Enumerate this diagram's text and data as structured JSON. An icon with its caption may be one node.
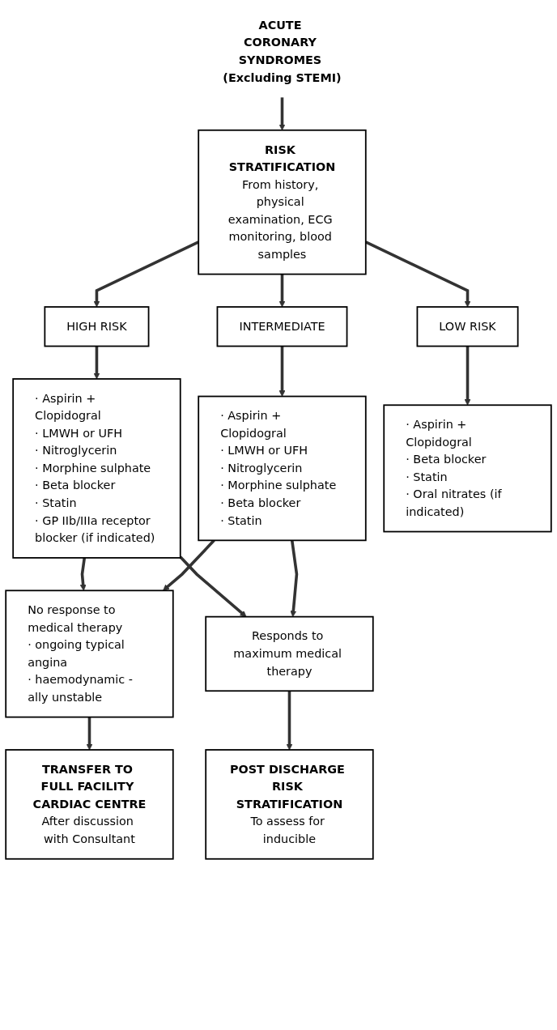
{
  "diagram": {
    "nodes": [
      {
        "text": [
          "ACUTE CORONARY SYNDROMES (Excluding STEMI)"
        ]
      },
      {
        "text": [
          "RISK STRATIFICATION",
          "From history, physical examination, ECG monitoring, blood samples"
        ]
      },
      {
        "text": [
          "HIGH RISK"
        ]
      },
      {
        "text": [
          "INTERMEDIATE"
        ]
      },
      {
        "text": [
          "LOW RISK"
        ]
      },
      {
        "text": [
          "· Aspirin + Clopidogral",
          "· LMWH or UFH",
          "· Nitroglycerin",
          "· Morphine sulphate",
          "· Beta blocker",
          "· Statin",
          "· GP IIb/IIIa receptor blocker (if indicated)"
        ]
      },
      {
        "text": [
          "· Aspirin + Clopidogral",
          "· LMWH or UFH",
          "· Nitroglycerin",
          "· Morphine sulphate",
          "· Beta blocker",
          "· Statin"
        ]
      },
      {
        "text": [
          "· Aspirin + Clopidogral",
          "· Beta blocker",
          "· Statin",
          "· Oral nitrates (if indicated)"
        ]
      },
      {
        "text": [
          "No response to medical therapy",
          "· ongoing typical angina",
          "· haemodynamic -ally unstable"
        ]
      },
      {
        "text": [
          "Responds to maximum medical therapy"
        ]
      },
      {
        "text": [
          "TRANSFER TO FULL FACILITY CARDIAC CENTRE",
          "After discussion with Consultant"
        ]
      },
      {
        "text": [
          "POST DISCHARGE RISK STRATIFICATION",
          "To assess for inducible"
        ]
      }
    ],
    "edges": [
      {
        "from": 0,
        "to": 1,
        "arrow": "to"
      },
      {
        "from": 1,
        "to": 2,
        "arrow": "to"
      },
      {
        "from": 1,
        "to": 3,
        "arrow": "to"
      },
      {
        "from": 1,
        "to": 4,
        "arrow": "to"
      },
      {
        "from": 2,
        "to": 5,
        "arrow": "to"
      },
      {
        "from": 3,
        "to": 6,
        "arrow": "to"
      },
      {
        "from": 4,
        "to": 7,
        "arrow": "to"
      },
      {
        "from": 5,
        "to": 8,
        "arrow": "to"
      },
      {
        "from": 5,
        "to": 9,
        "arrow": "to"
      },
      {
        "from": 6,
        "to": 8,
        "arrow": "to"
      },
      {
        "from": 6,
        "to": 9,
        "arrow": "to"
      },
      {
        "from": 8,
        "to": 10,
        "arrow": "to"
      },
      {
        "from": 9,
        "to": 11,
        "arrow": "to"
      }
    ]
  }
}
